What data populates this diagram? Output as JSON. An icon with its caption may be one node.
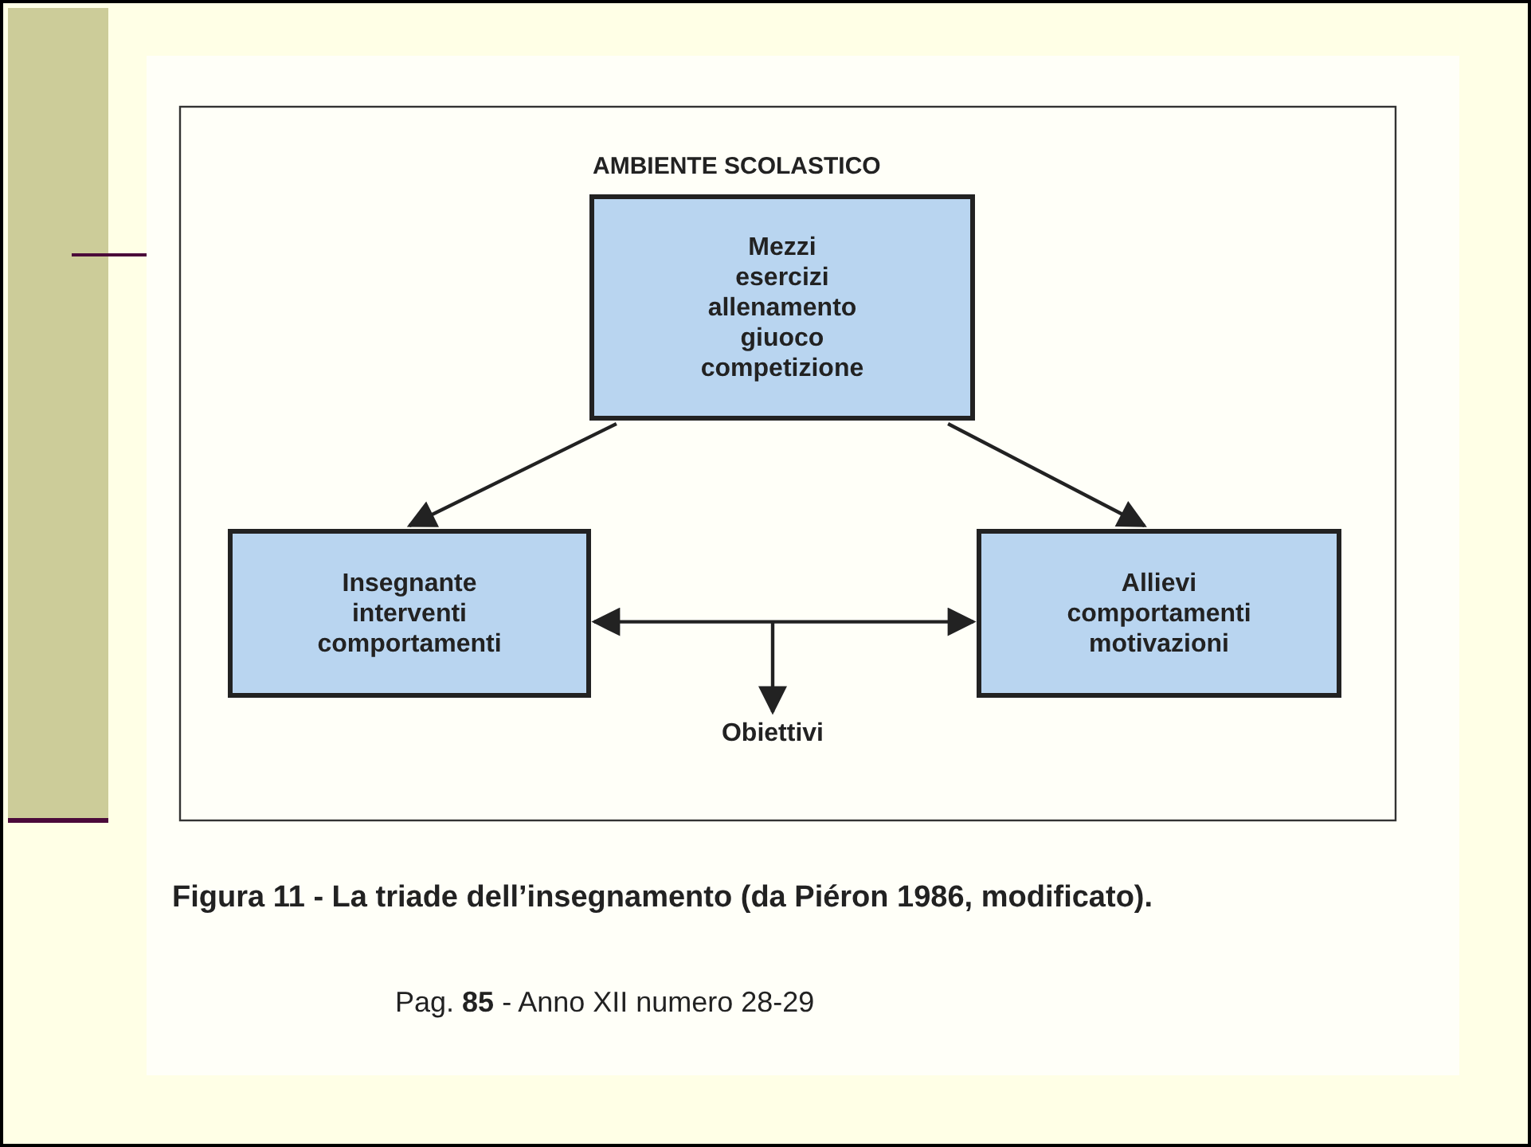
{
  "diagram": {
    "caption": "Figura 11 - La triade dell’insegnamento (da Piéron 1986, modificato).",
    "nodes": [
      {
        "text": [
          "Mezzi esercizi allenamento giuoco competizione"
        ],
        "beside": [
          "AMBIENTE SCOLASTICO"
        ]
      },
      {
        "text": [
          "Insegnante interventi comportamenti"
        ]
      },
      {
        "text": [
          "Allievi comportamenti motivazioni"
        ]
      },
      {
        "text": [
          "Obiettivi"
        ]
      }
    ],
    "edges": [
      {
        "from": 0,
        "to": 1,
        "arrow": "to"
      },
      {
        "from": 0,
        "to": 2,
        "arrow": "to"
      },
      {
        "from": 1,
        "to": 2,
        "arrow": "both"
      },
      {
        "from": null,
        "to": 3,
        "arrow": "to"
      }
    ],
    "labels": [
      "Pag. **85** - Anno XII numero 28-29"
    ]
  }
}
